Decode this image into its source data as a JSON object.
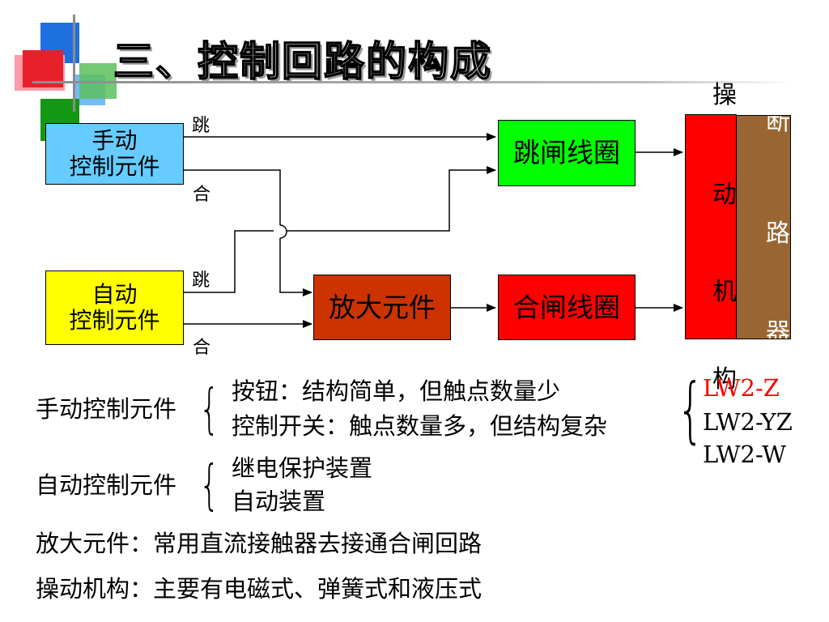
{
  "title": "三、控制回路的构成",
  "diagram": {
    "manual_box": "手动\n控制元件",
    "auto_box": "自动\n控制元件",
    "trip_coil": "跳闸线圈",
    "close_coil": "合闸线圈",
    "amplifier": "放大元件",
    "label_trip_top": "跳",
    "label_close_top": "合",
    "label_trip_bottom": "跳",
    "label_close_bottom": "合",
    "operating_mechanism": [
      "操",
      "动",
      "机",
      "构"
    ],
    "breaker": [
      "断",
      "路",
      "器"
    ]
  },
  "notes": {
    "manual_title": "手动控制元件",
    "manual_item1": "按钮：结构简单，但触点数量少",
    "manual_item2": "控制开关：触点数量多，但结构复杂",
    "switch_types": [
      "LW2-Z",
      "LW2-YZ",
      "LW2-W"
    ],
    "auto_title": "自动控制元件",
    "auto_item1": "继电保护装置",
    "auto_item2": "自动装置",
    "amplifier_line": "放大元件：常用直流接触器去接通合闸回路",
    "mechanism_line": "操动机构：主要有电磁式、弹簧式和液压式"
  },
  "colors": {
    "manual_box": "#66ccff",
    "auto_box": "#ffff00",
    "trip_coil": "#00ff00",
    "close_coil": "#ff0000",
    "amplifier": "#cc3300",
    "mechanism": "#ff0000",
    "breaker": "#996633",
    "lw2z": "#ff0000"
  }
}
